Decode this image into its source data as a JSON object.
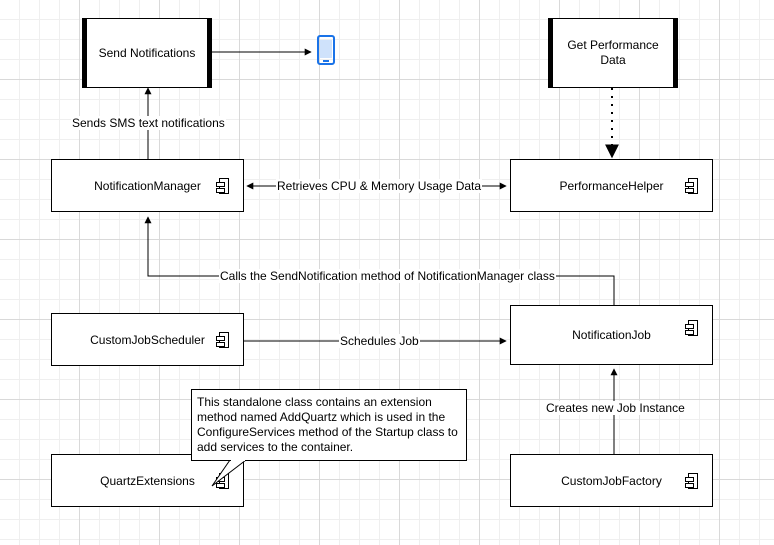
{
  "nodes": {
    "send_notifications": "Send Notifications",
    "get_performance_data": "Get Performance Data",
    "notification_manager": "NotificationManager",
    "performance_helper": "PerformanceHelper",
    "custom_job_scheduler": "CustomJobScheduler",
    "notification_job": "NotificationJob",
    "quartz_extensions": "QuartzExtensions",
    "custom_job_factory": "CustomJobFactory"
  },
  "edges": {
    "sends_sms": "Sends SMS text notifications",
    "retrieves_cpu": "Retrieves CPU & Memory Usage Data",
    "calls_send": "Calls the SendNotification method of NotificationManager class",
    "schedules_job": "Schedules Job",
    "creates_instance": "Creates new Job Instance"
  },
  "note": {
    "text": "This standalone class contains an extension method named AddQuartz which is used in the ConfigureServices method of the Startup class to add services to the container."
  },
  "icons": {
    "device": "mobile-phone-icon",
    "component": "component-icon"
  },
  "colors": {
    "phone": "#1a73e8",
    "line": "#000000"
  }
}
